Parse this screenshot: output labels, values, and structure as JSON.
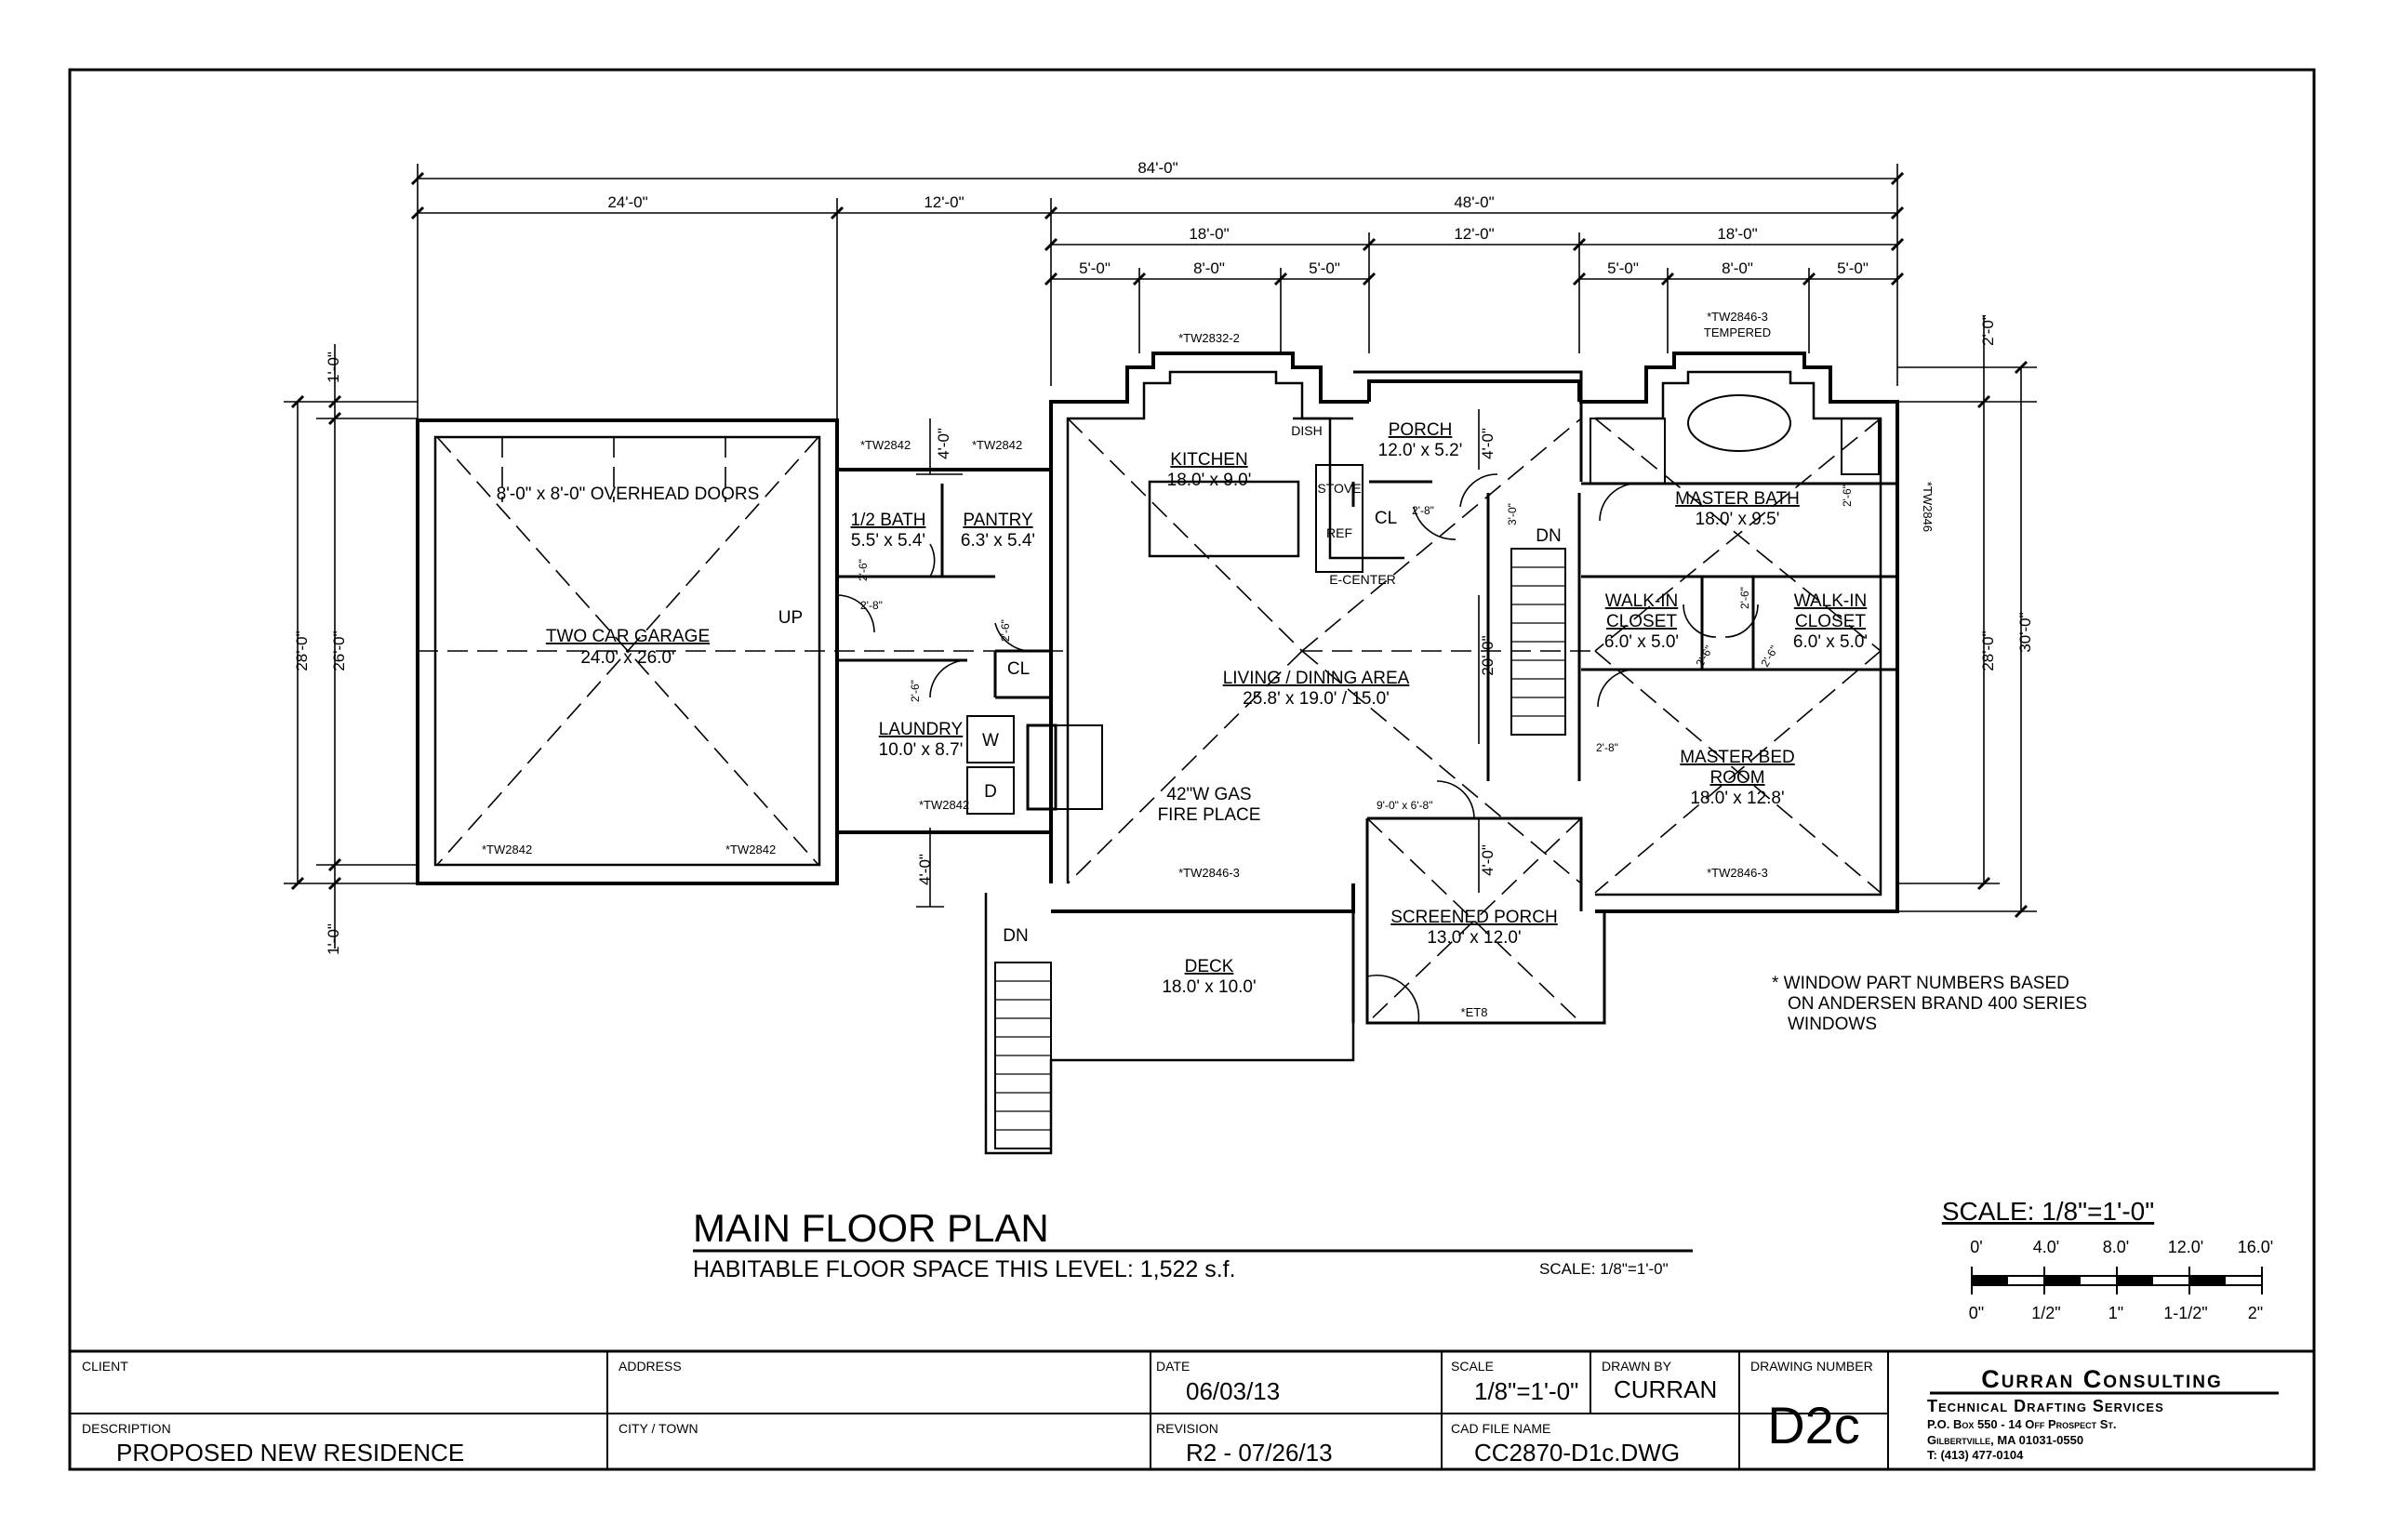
{
  "plan": {
    "overall_dims": {
      "total": "84'-0\"",
      "left": "24'-0\"",
      "middle": "12'-0\"",
      "right": "48'-0\"",
      "sub_right": [
        "18'-0\"",
        "12'-0\"",
        "18'-0\""
      ],
      "bay_left": [
        "5'-0\"",
        "8'-0\"",
        "5'-0\""
      ],
      "bay_right": [
        "5'-0\"",
        "8'-0\"",
        "5'-0\""
      ]
    },
    "side_dims": {
      "left_outer_top": "1'-0\"",
      "left_outer_mid": "28'-0\"",
      "left_inner_mid": "26'-0\"",
      "left_outer_bottom": "1'-0\"",
      "top_right": "2'-0\"",
      "right_inner": "28'-0\"",
      "right_outer": "30'-0\"",
      "pantry_gap": "4'-0\"",
      "laundry_gap": "4'-0\"",
      "porch_gap": "4'-0\"",
      "screened_gap": "4'-0\"",
      "center_20": "20'-0\""
    },
    "rooms": {
      "garage": {
        "name": "TWO CAR GARAGE",
        "size": "24.0' x 26.0'"
      },
      "overhead_doors": "8'-0\" x 8'-0\" OVERHEAD DOORS",
      "half_bath": {
        "name": "1/2 BATH",
        "size": "5.5' x 5.4'"
      },
      "pantry": {
        "name": "PANTRY",
        "size": "6.3' x 5.4'"
      },
      "kitchen": {
        "name": "KITCHEN",
        "size": "18.0' x 9.0'"
      },
      "porch": {
        "name": "PORCH",
        "size": "12.0' x 5.2'"
      },
      "master_bath": {
        "name": "MASTER BATH",
        "size": "18.0' x 9.5'"
      },
      "walkin_left": {
        "name1": "WALK-IN",
        "name2": "CLOSET",
        "size": "6.0' x 5.0'"
      },
      "walkin_right": {
        "name1": "WALK-IN",
        "name2": "CLOSET",
        "size": "6.0' x 5.0'"
      },
      "living": {
        "name": "LIVING / DINING AREA",
        "size": "25.8' x 19.0' / 15.0'"
      },
      "laundry": {
        "name": "LAUNDRY",
        "size": "10.0' x 8.7'"
      },
      "master_bed": {
        "name1": "MASTER BED",
        "name2": "ROOM",
        "size": "18.0' x 12.8'"
      },
      "fireplace": {
        "line1": "42\"W GAS",
        "line2": "FIRE PLACE"
      },
      "screened_porch": {
        "name": "SCREENED PORCH",
        "size": "13.0' x 12.0'"
      },
      "deck": {
        "name": "DECK",
        "size": "18.0' x 10.0'"
      }
    },
    "fixtures": {
      "dish": "DISH",
      "stove": "STOVE",
      "ref": "REF",
      "cl_kitchen": "CL",
      "e_center": "E-CENTER",
      "cl_laundry": "CL",
      "w": "W",
      "d": "D",
      "up": "UP",
      "dn_stair": "DN",
      "dn_deck": "DN"
    },
    "windows": {
      "tw2842_a": "*TW2842",
      "tw2842_b": "*TW2842",
      "tw2842_c": "*TW2842",
      "tw2842_d": "*TW2842",
      "tw2842_laundry": "*TW2842",
      "tw2832": "*TW2832-2",
      "tw2846_top1": "*TW2846-3",
      "tempered": "TEMPERED",
      "tw2846_side": "*TW2846",
      "tw2846_living": "*TW2846-3",
      "tw2846_bed": "*TW2846-3",
      "et8": "*ET8"
    },
    "doors": {
      "d_28_a": "2'-8\"",
      "d_26_a": "2'-6\"",
      "d_28_porch": "2'-8\"",
      "d_30": "3'-0\"",
      "d_26_bath": "2'-6\"",
      "d_26_cl": "2'-6\"",
      "d_26_laundry": "2'-6\"",
      "d_26_wic1": "2'-6\"",
      "d_26_wic2": "2'-6\"",
      "d_26_wic3": "2'-6\"",
      "d_28_bed": "2'-8\"",
      "d_26_mb": "2'-6\"",
      "d_900": "9'-0\" x 6'-8\""
    },
    "note": [
      "* WINDOW PART NUMBERS BASED",
      "ON ANDERSEN BRAND 400 SERIES",
      "WINDOWS"
    ]
  },
  "heading": {
    "title": "MAIN FLOOR PLAN",
    "subtitle": "HABITABLE FLOOR SPACE THIS LEVEL: 1,522 s.f.",
    "scale": "SCALE: 1/8\"=1'-0\""
  },
  "scale_bar": {
    "title": "SCALE: 1/8\"=1'-0\"",
    "top_ticks": [
      "0'",
      "4.0'",
      "8.0'",
      "12.0'",
      "16.0'"
    ],
    "bottom_ticks": [
      "0\"",
      "1/2\"",
      "1\"",
      "1-1/2\"",
      "2\""
    ]
  },
  "title_block": {
    "client_label": "CLIENT",
    "address_label": "ADDRESS",
    "date_label": "DATE",
    "date": "06/03/13",
    "scale_label": "SCALE",
    "scale": "1/8\"=1'-0\"",
    "drawn_label": "DRAWN BY",
    "drawn": "CURRAN",
    "drawing_number_label": "DRAWING NUMBER",
    "drawing_number": "D2c",
    "description_label": "DESCRIPTION",
    "description": "PROPOSED NEW RESIDENCE",
    "city_label": "CITY / TOWN",
    "revision_label": "REVISION",
    "revision": "R2 - 07/26/13",
    "cad_label": "CAD FILE NAME",
    "cad": "CC2870-D1c.DWG",
    "firm_name": "Curran Consulting",
    "firm_sub": "Technical Drafting Services",
    "firm_addr1": "P.O. Box 550 - 14 Off Prospect St.",
    "firm_addr2": "Gilbertville, MA 01031-0550",
    "firm_phone": "T: (413) 477-0104"
  }
}
